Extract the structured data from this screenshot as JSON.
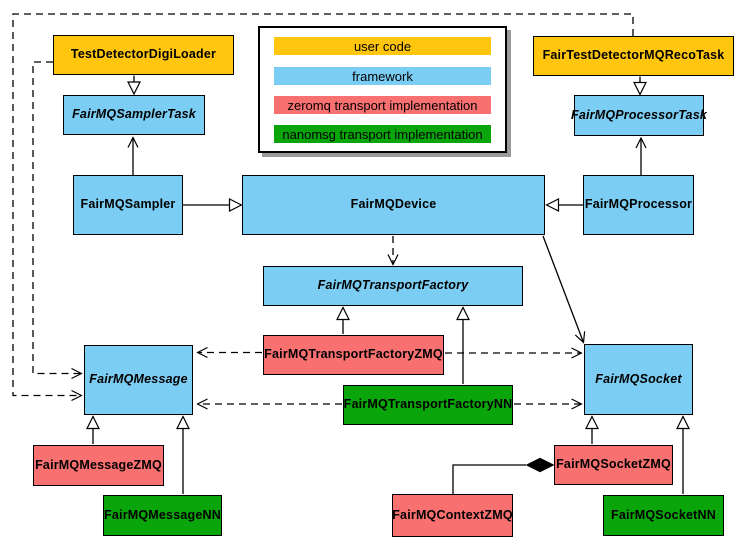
{
  "colors": {
    "user_code": "#FFC60D",
    "framework": "#7CCDF3",
    "zeromq": "#F97070",
    "nanomsg": "#0AA50A",
    "line": "#000000",
    "background": "#FFFFFF"
  },
  "legend": {
    "items": [
      {
        "label": "user code",
        "category": "user_code"
      },
      {
        "label": "framework",
        "category": "framework"
      },
      {
        "label": "zeromq transport implementation",
        "category": "zeromq"
      },
      {
        "label": "nanomsg transport implementation",
        "category": "nanomsg"
      }
    ]
  },
  "nodes": [
    {
      "id": "TestDetectorDigiLoader",
      "label": "TestDetectorDigiLoader",
      "category": "user_code",
      "abstract": false
    },
    {
      "id": "FairTestDetectorMQRecoTask",
      "label": "FairTestDetectorMQRecoTask",
      "category": "user_code",
      "abstract": false
    },
    {
      "id": "FairMQSamplerTask",
      "label": "FairMQSamplerTask",
      "category": "framework",
      "abstract": true
    },
    {
      "id": "FairMQProcessorTask",
      "label": "FairMQProcessorTask",
      "category": "framework",
      "abstract": true
    },
    {
      "id": "FairMQSampler",
      "label": "FairMQSampler",
      "category": "framework",
      "abstract": false
    },
    {
      "id": "FairMQDevice",
      "label": "FairMQDevice",
      "category": "framework",
      "abstract": false
    },
    {
      "id": "FairMQProcessor",
      "label": "FairMQProcessor",
      "category": "framework",
      "abstract": false
    },
    {
      "id": "FairMQTransportFactory",
      "label": "FairMQTransportFactory",
      "category": "framework",
      "abstract": true
    },
    {
      "id": "FairMQTransportFactoryZMQ",
      "label": "FairMQTransportFactoryZMQ",
      "category": "zeromq",
      "abstract": false
    },
    {
      "id": "FairMQTransportFactoryNN",
      "label": "FairMQTransportFactoryNN",
      "category": "nanomsg",
      "abstract": false
    },
    {
      "id": "FairMQMessage",
      "label": "FairMQMessage",
      "category": "framework",
      "abstract": true
    },
    {
      "id": "FairMQSocket",
      "label": "FairMQSocket",
      "category": "framework",
      "abstract": true
    },
    {
      "id": "FairMQMessageZMQ",
      "label": "FairMQMessageZMQ",
      "category": "zeromq",
      "abstract": false
    },
    {
      "id": "FairMQMessageNN",
      "label": "FairMQMessageNN",
      "category": "nanomsg",
      "abstract": false
    },
    {
      "id": "FairMQSocketZMQ",
      "label": "FairMQSocketZMQ",
      "category": "zeromq",
      "abstract": false
    },
    {
      "id": "FairMQSocketNN",
      "label": "FairMQSocketNN",
      "category": "nanomsg",
      "abstract": false
    },
    {
      "id": "FairMQContextZMQ",
      "label": "FairMQContextZMQ",
      "category": "zeromq",
      "abstract": false
    }
  ],
  "edges": [
    {
      "from": "TestDetectorDigiLoader",
      "to": "FairMQSamplerTask",
      "type": "generalization"
    },
    {
      "from": "FairTestDetectorMQRecoTask",
      "to": "FairMQProcessorTask",
      "type": "generalization"
    },
    {
      "from": "FairMQSampler",
      "to": "FairMQDevice",
      "type": "generalization"
    },
    {
      "from": "FairMQProcessor",
      "to": "FairMQDevice",
      "type": "generalization"
    },
    {
      "from": "FairMQSampler",
      "to": "FairMQSamplerTask",
      "type": "association"
    },
    {
      "from": "FairMQProcessor",
      "to": "FairMQProcessorTask",
      "type": "association"
    },
    {
      "from": "FairMQDevice",
      "to": "FairMQTransportFactory",
      "type": "dependency"
    },
    {
      "from": "FairMQDevice",
      "to": "FairMQSocket",
      "type": "association"
    },
    {
      "from": "FairMQTransportFactoryZMQ",
      "to": "FairMQTransportFactory",
      "type": "generalization"
    },
    {
      "from": "FairMQTransportFactoryNN",
      "to": "FairMQTransportFactory",
      "type": "generalization"
    },
    {
      "from": "FairMQTransportFactoryZMQ",
      "to": "FairMQMessage",
      "type": "dependency"
    },
    {
      "from": "FairMQTransportFactoryZMQ",
      "to": "FairMQSocket",
      "type": "dependency"
    },
    {
      "from": "FairMQTransportFactoryNN",
      "to": "FairMQMessage",
      "type": "dependency"
    },
    {
      "from": "FairMQTransportFactoryNN",
      "to": "FairMQSocket",
      "type": "dependency"
    },
    {
      "from": "TestDetectorDigiLoader",
      "to": "FairMQMessage",
      "type": "dependency"
    },
    {
      "from": "FairTestDetectorMQRecoTask",
      "to": "FairMQMessage",
      "type": "dependency"
    },
    {
      "from": "FairMQMessageZMQ",
      "to": "FairMQMessage",
      "type": "generalization"
    },
    {
      "from": "FairMQMessageNN",
      "to": "FairMQMessage",
      "type": "generalization"
    },
    {
      "from": "FairMQSocketZMQ",
      "to": "FairMQSocket",
      "type": "generalization"
    },
    {
      "from": "FairMQSocketNN",
      "to": "FairMQSocket",
      "type": "generalization"
    },
    {
      "from": "FairMQContextZMQ",
      "to": "FairMQSocketZMQ",
      "type": "composition"
    }
  ]
}
